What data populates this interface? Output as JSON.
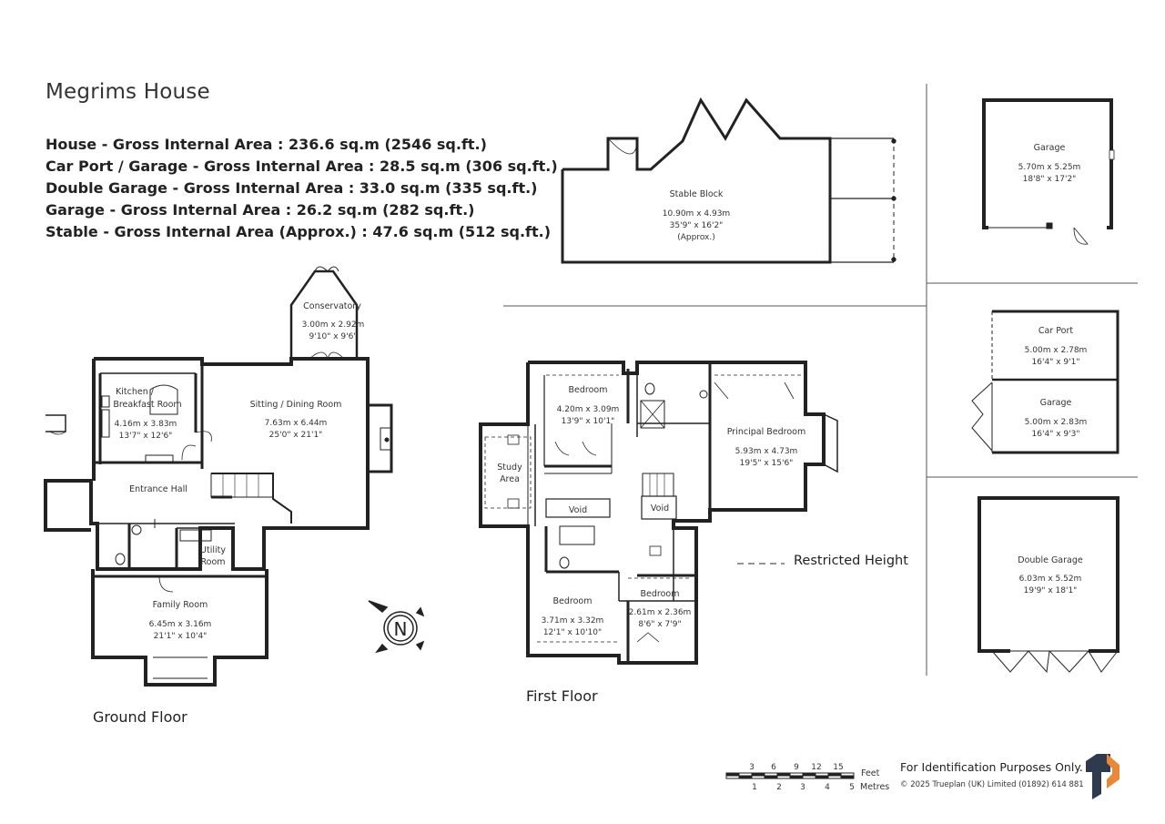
{
  "title": "Megrims House",
  "areas": [
    "House - Gross Internal Area  :  236.6 sq.m   (2546 sq.ft.)",
    "Car Port / Garage - Gross Internal Area  :  28.5 sq.m   (306 sq.ft.)",
    "Double Garage - Gross Internal Area  :  33.0 sq.m   (335 sq.ft.)",
    "Garage - Gross Internal Area  :  26.2 sq.m   (282 sq.ft.)",
    "Stable - Gross Internal Area (Approx.)  :  47.6 sq.m   (512 sq.ft.)"
  ],
  "floors": {
    "ground": "Ground Floor",
    "first": "First Floor"
  },
  "rooms": {
    "kitchen": {
      "name1": "Kitchen /",
      "name2": "Breakfast Room",
      "dim1": "4.16m  x  3.83m",
      "dim2": "13'7\"  x  12'6\""
    },
    "sitting": {
      "name": "Sitting / Dining Room",
      "dim1": "7.63m  x  6.44m",
      "dim2": "25'0\"  x  21'1\""
    },
    "conservatory": {
      "name": "Conservatory",
      "dim1": "3.00m  x  2.92m",
      "dim2": "9'10\"  x  9'6\""
    },
    "hall": {
      "name": "Entrance Hall"
    },
    "utility": {
      "name1": "Utility",
      "name2": "Room"
    },
    "family": {
      "name": "Family Room",
      "dim1": "6.45m  x  3.16m",
      "dim2": "21'1\"  x  10'4\""
    },
    "bedroom_ne": {
      "name": "Bedroom",
      "dim1": "4.20m  x  3.09m",
      "dim2": "13'9\"  x  10'1\""
    },
    "principal": {
      "name": "Principal Bedroom",
      "dim1": "5.93m  x  4.73m",
      "dim2": "19'5\"  x  15'6\""
    },
    "study": {
      "name1": "Study",
      "name2": "Area"
    },
    "void1": {
      "name": "Void"
    },
    "void2": {
      "name": "Void"
    },
    "bedroom_sw": {
      "name": "Bedroom",
      "dim1": "3.71m  x  3.32m",
      "dim2": "12'1\"  x  10'10\""
    },
    "bedroom_se": {
      "name": "Bedroom",
      "dim1": "2.61m  x  2.36m",
      "dim2": "8'6\"  x  7'9\""
    },
    "stable": {
      "name": "Stable Block",
      "dim1": "10.90m  x  4.93m",
      "dim2": "35'9\"  x  16'2\"",
      "note": "(Approx.)"
    },
    "garage_top": {
      "name": "Garage",
      "dim1": "5.70m  x  5.25m",
      "dim2": "18'8\"  x  17'2\""
    },
    "carport": {
      "name": "Car Port",
      "dim1": "5.00m  x  2.78m",
      "dim2": "16'4\"  x  9'1\""
    },
    "garage_mid": {
      "name": "Garage",
      "dim1": "5.00m  x  2.83m",
      "dim2": "16'4\"  x  9'3\""
    },
    "double_garage": {
      "name": "Double Garage",
      "dim1": "6.03m  x  5.52m",
      "dim2": "19'9\"  x  18'1\""
    }
  },
  "compass": "N",
  "legend": "Restricted Height",
  "scale": {
    "feet_ticks": [
      "3",
      "6",
      "9",
      "12",
      "15"
    ],
    "feet_label": "Feet",
    "metre_ticks": [
      "1",
      "2",
      "3",
      "4",
      "5"
    ],
    "metre_label": "Metres"
  },
  "footer_note": "For Identification Purposes Only.",
  "copyright": "© 2025 Trueplan (UK) Limited  (01892) 614 881",
  "colors": {
    "wall": "#222222",
    "logo_dark": "#2f3a4f",
    "logo_orange": "#e8893a"
  }
}
